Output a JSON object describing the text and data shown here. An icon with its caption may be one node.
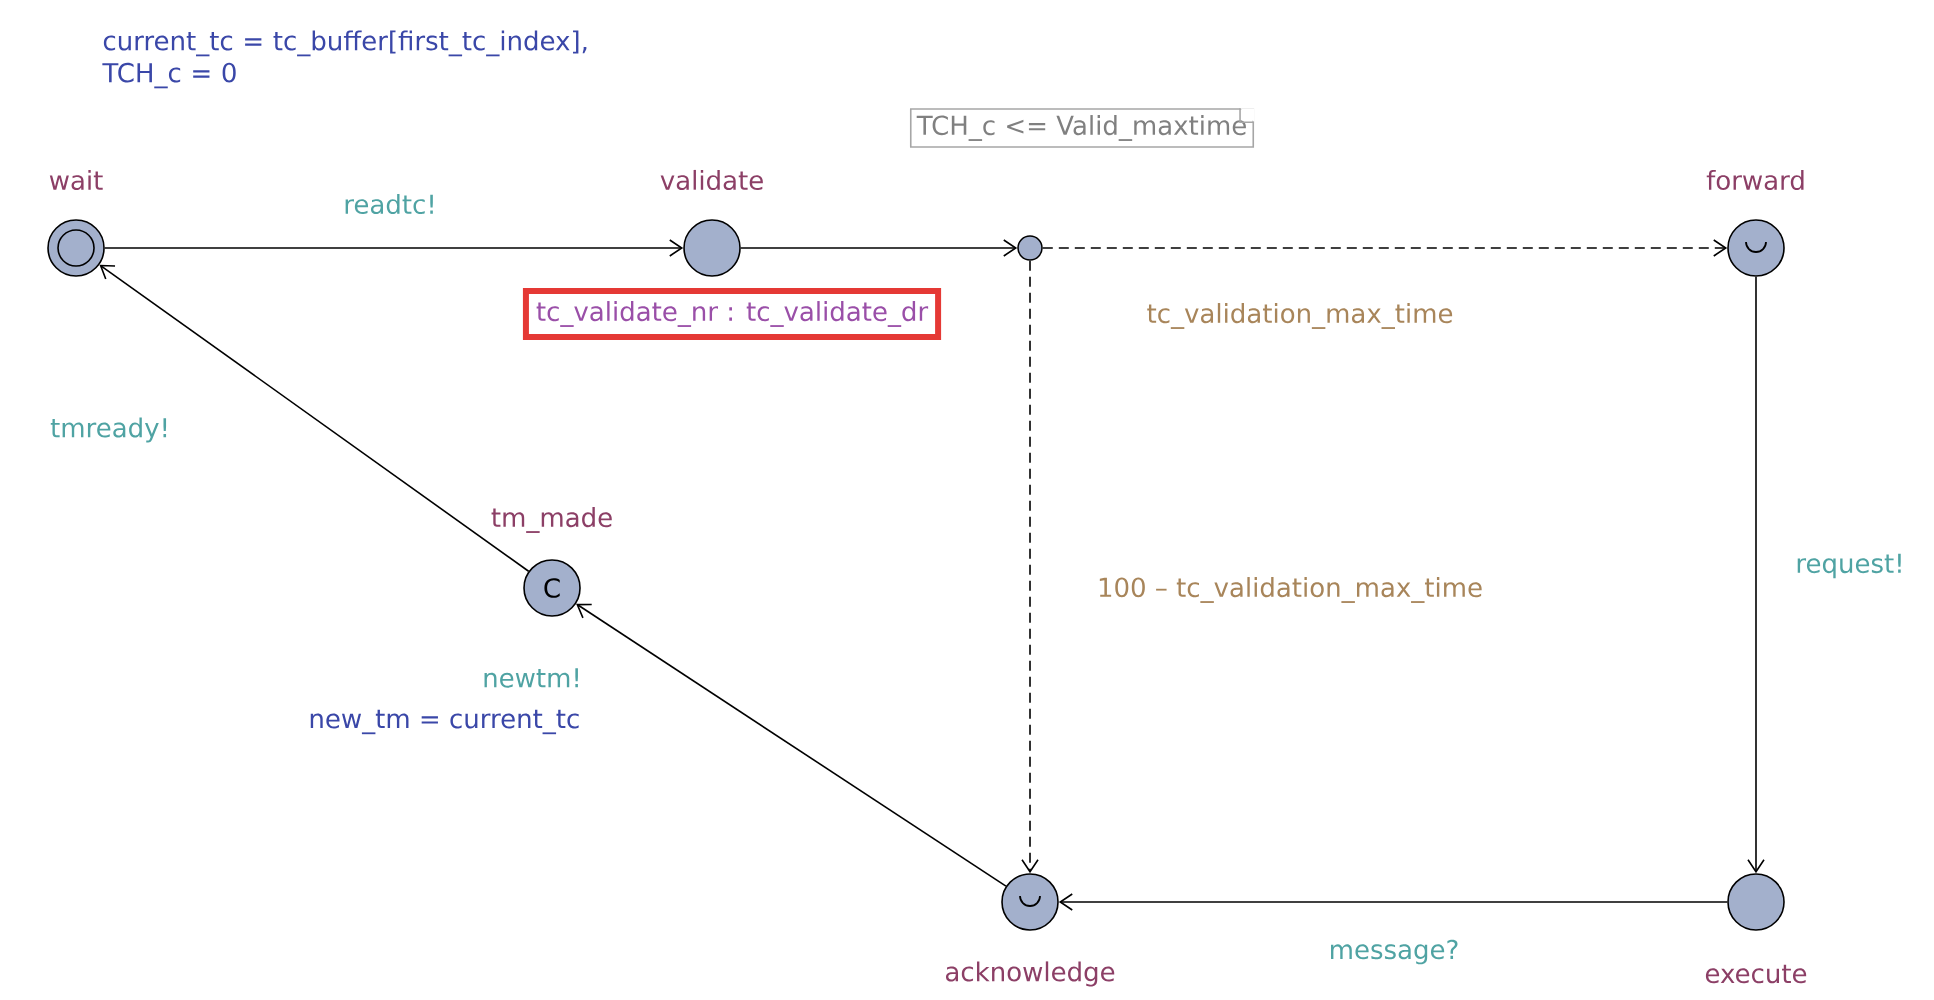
{
  "diagram": {
    "nodes": [
      {
        "text": [
          "wait"
        ]
      },
      {
        "text": [
          "validate"
        ]
      },
      {
        "text": [],
        "shape": "circle"
      },
      {
        "text": [
          "forward"
        ]
      },
      {
        "text": [
          "tm_made",
          "C"
        ]
      },
      {
        "text": [
          "acknowledge"
        ]
      },
      {
        "text": [
          "execute"
        ]
      },
      {
        "text": [
          "TCH_c <= Valid_maxtime"
        ]
      },
      {
        "text": [
          "tc_validate_nr : tc_validate_dr"
        ]
      }
    ],
    "edges": [
      {
        "from": 0,
        "to": 1,
        "arrow": "to",
        "label": "readtc!"
      },
      {
        "from": 1,
        "to": 2,
        "arrow": "to"
      },
      {
        "from": 2,
        "to": 3,
        "arrow": "to",
        "style": "dashed",
        "label": "tc_validation_max_time"
      },
      {
        "from": 2,
        "to": 5,
        "arrow": "to",
        "style": "dashed",
        "label": "100 – tc_validation_max_time"
      },
      {
        "from": 3,
        "to": 6,
        "arrow": "to",
        "label": "request!"
      },
      {
        "from": 6,
        "to": 5,
        "arrow": "to",
        "label": "message?"
      },
      {
        "from": 5,
        "to": 4,
        "arrow": "to",
        "label": "newtm!"
      },
      {
        "from": 4,
        "to": 0,
        "arrow": "to",
        "label": "tmready!"
      }
    ],
    "labels": [
      "current_tc = tc_buffer[first_tc_index], TCH_c = 0",
      "new_tm = current_tc"
    ]
  }
}
